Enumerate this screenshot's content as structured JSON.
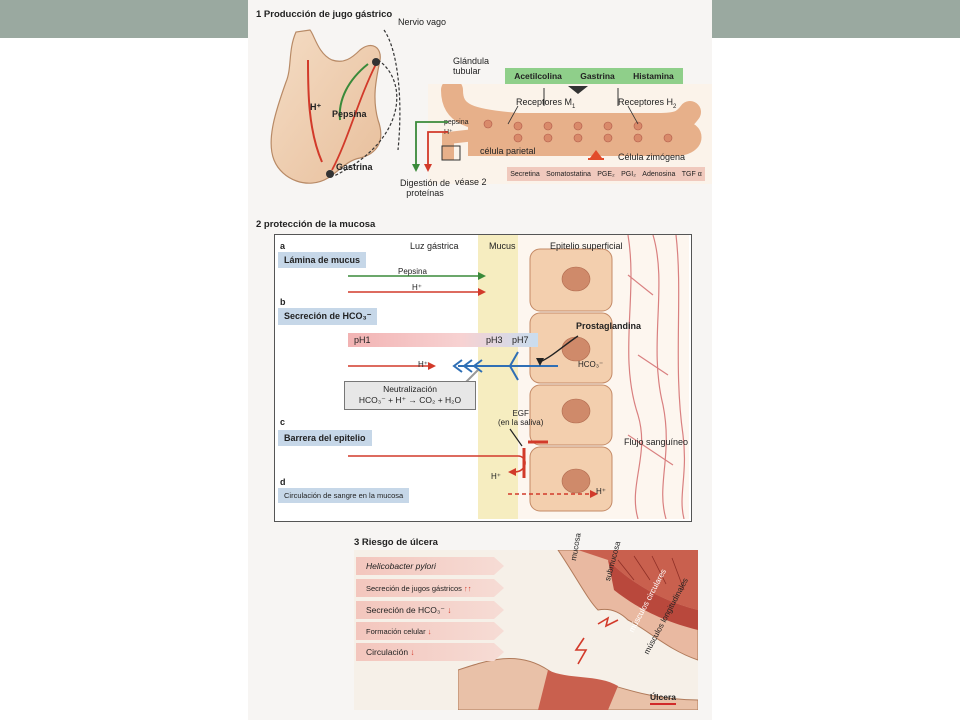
{
  "section1": {
    "title": "1 Producción de jugo gástrico",
    "nervio_vago": "Nervio vago",
    "h_plus": "H⁺",
    "pepsina": "Pepsina",
    "gastrina": "Gastrina",
    "glandula": "Glándula",
    "tubular": "tubular",
    "green_box": [
      "Acetilcolina",
      "Gastrina",
      "Histamina"
    ],
    "receptores_m": "Receptores M",
    "receptores_m_sub": "1",
    "receptores_h": "Receptores H",
    "receptores_h_sub": "2",
    "pepsina_small": "pepsina",
    "h_small": "H⁺",
    "celula_parietal": "célula parietal",
    "celula_zimogena": "Célula zimógena",
    "digestion_1": "Digestión de",
    "digestion_2": "proteínas",
    "vease": "véase 2",
    "inhibitors": [
      "Secretina",
      "Somatostatina",
      "PGE₂",
      "PGI₂",
      "Adenosina",
      "TGF α"
    ]
  },
  "section2": {
    "title": "2 protección de la mucosa",
    "luz_gastrica": "Luz gástrica",
    "mucus": "Mucus",
    "epitelio": "Epitelio superficial",
    "a": "a",
    "lamina": "Lámina de mucus",
    "pepsina": "Pepsina",
    "h_plus": "H⁺",
    "b": "b",
    "secrecion_hco3": "Secreción de HCO₃⁻",
    "prostaglandina": "Prostaglandina",
    "ph1": "pH1",
    "ph3": "pH3",
    "ph7": "pH7",
    "hco3": "HCO₃⁻",
    "neutralizacion": "Neutralización",
    "neutral_eq": "HCO₃⁻ + H⁺ → CO₂ + H₂O",
    "c": "c",
    "egf_1": "EGF",
    "egf_2": "(en la saliva)",
    "barrera": "Barrera del epitelio",
    "flujo": "Flujo sanguíneo",
    "d": "d",
    "circulacion_mucosa": "Circulación de sangre en la mucosa"
  },
  "section3": {
    "title": "3 Riesgo de úlcera",
    "factors": [
      {
        "label": "Helicobacter pylori",
        "arrow": ""
      },
      {
        "label": "Secreción de jugos gástricos",
        "arrow": "↑↑"
      },
      {
        "label": "Secreción de HCO₃⁻",
        "arrow": "↓"
      },
      {
        "label": "Formación celular",
        "arrow": "↓"
      },
      {
        "label": "Circulación",
        "arrow": "↓"
      }
    ],
    "mucosa": "mucosa",
    "submucosa": "submucosa",
    "musculos_circulares": "músculos circulares",
    "musculos_longitudinales": "músculos longitudinales",
    "ulcera": "Úlcera"
  },
  "colors": {
    "top_bar": "#9aa9a0",
    "green_arrow": "#3a8a3a",
    "red_arrow": "#d23a2a",
    "blue_arrow": "#2f6fb5",
    "tag_blue": "#c6d7e8"
  }
}
